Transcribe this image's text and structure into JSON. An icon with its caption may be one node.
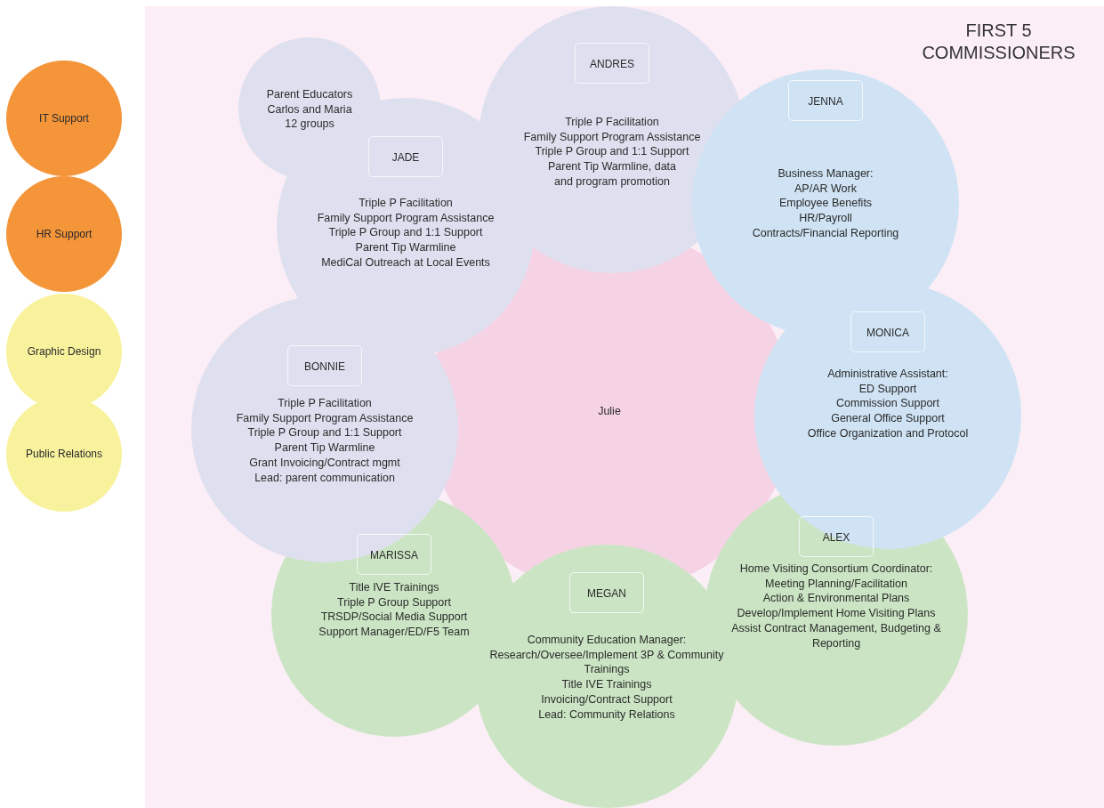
{
  "diagram": {
    "title": "FIRST 5 COMMISSIONERS",
    "nodes": [
      {
        "text": [
          "IT Support"
        ]
      },
      {
        "text": [
          "HR Support"
        ]
      },
      {
        "text": [
          "Graphic Design"
        ]
      },
      {
        "text": [
          "Public Relations"
        ]
      },
      {
        "text": [
          "Parent Educators Carlos and Maria 12 groups"
        ]
      },
      {
        "text": [
          "Triple P Facilitation",
          "Family Support Program Assistance",
          "Triple P Group and 1:1 Support",
          "Parent Tip Warmline, data and program promotion"
        ]
      },
      {
        "text": [
          "ANDRES"
        ],
        "in": 5
      },
      {
        "text": [
          "Triple P Facilitation",
          "Family Support Program Assistance",
          "Triple P Group and 1:1 Support",
          "Parent Tip Warmline",
          "MediCal Outreach at Local Events"
        ]
      },
      {
        "text": [
          "JADE"
        ],
        "in": 7
      },
      {
        "text": [
          "Business Manager:",
          "AP/AR Work",
          "Employee Benefits",
          "HR/Payroll",
          "Contracts/Financial Reporting"
        ]
      },
      {
        "text": [
          "JENNA"
        ],
        "in": 9
      },
      {
        "text": [
          "Administrative Assistant:",
          "ED Support",
          "Commission Support",
          "General Office Support",
          "Office Organization and Protocol"
        ]
      },
      {
        "text": [
          "MONICA"
        ],
        "in": 11
      },
      {
        "text": [
          "Triple P Facilitation",
          "Family Support Program Assistance",
          "Triple P Group and 1:1 Support",
          "Parent Tip Warmline",
          "Grant Invoicing/Contract mgmt",
          "Lead: parent communication"
        ]
      },
      {
        "text": [
          "BONNIE"
        ],
        "in": 13
      },
      {
        "text": [
          "Julie"
        ]
      },
      {
        "text": [
          "Home Visiting Consortium Coordinator:",
          "Meeting Planning/Facilitation",
          "Action & Environmental Plans",
          "Develop/Implement Home Visiting  Plans",
          "Assist Contract Management, Budgeting & Reporting"
        ]
      },
      {
        "text": [
          "ALEX"
        ],
        "in": 16
      },
      {
        "text": [
          "Title IVE Trainings",
          "Triple P Group Support",
          "TRSDP/Social Media Support",
          "Support Manager/ED/F5 Team"
        ]
      },
      {
        "text": [
          "MARISSA"
        ],
        "in": 18
      },
      {
        "text": [
          "Community Education Manager:",
          "Research/Oversee/Implement 3P & Community Trainings",
          "Title IVE Trainings",
          "Invoicing/Contract Support",
          "Lead: Community Relations"
        ]
      },
      {
        "text": [
          "MEGAN"
        ],
        "in": 20
      }
    ]
  }
}
